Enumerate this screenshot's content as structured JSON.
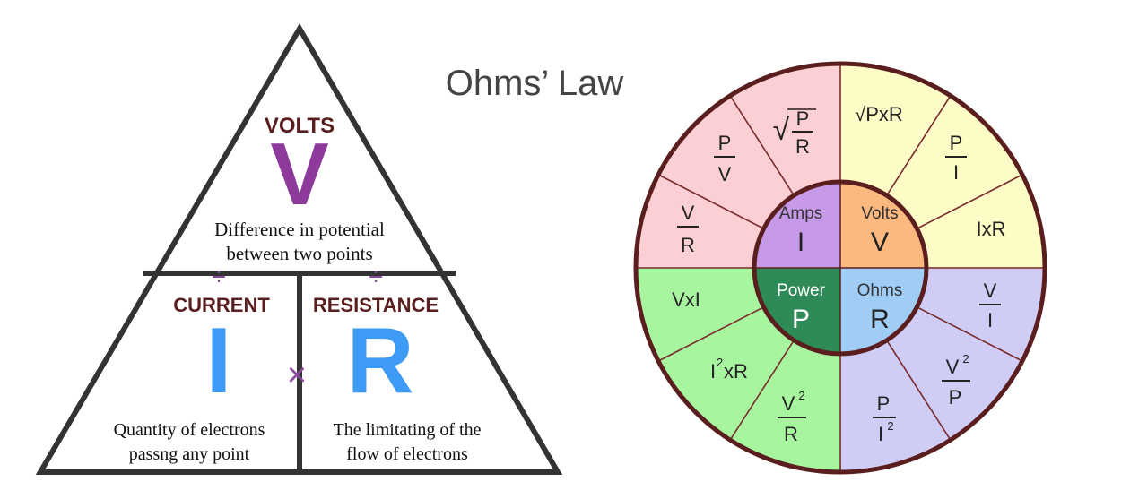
{
  "title": "Ohms’ Law",
  "colors": {
    "volts_purple": "#8e3a9c",
    "dark_maroon": "#5a1e1e",
    "current_blue": "#3d9bf5",
    "divider_purple": "#8a4a9a",
    "outline": "#333333",
    "sector_pink": "#fbcfd3",
    "sector_yellow": "#fdfbc6",
    "sector_green": "#a8f5a0",
    "sector_lavender": "#cfcdf6",
    "hub_amps": "#c79ae8",
    "hub_volts": "#fbb980",
    "hub_power": "#2e8b57",
    "hub_ohms": "#9fcdf5",
    "wheel_line": "#7a2a2a"
  },
  "triangle": {
    "volts_label": "VOLTS",
    "volts_symbol": "V",
    "volts_desc_line1": "Difference in potential",
    "volts_desc_line2": "between two points",
    "divide_symbol": "÷",
    "current_label": "CURRENT",
    "current_symbol": "I",
    "multiply_symbol": "×",
    "resistance_label": "RESISTANCE",
    "resistance_symbol": "R",
    "current_desc_line1": "Quantity of electrons",
    "current_desc_line2": "passng any point",
    "resistance_desc_line1": "The limitating of the",
    "resistance_desc_line2": "flow of electrons"
  },
  "wheel": {
    "hub": {
      "amps_label": "Amps",
      "amps_symbol": "I",
      "volts_label": "Volts",
      "volts_symbol": "V",
      "power_label": "Power",
      "power_symbol": "P",
      "ohms_label": "Ohms",
      "ohms_symbol": "R"
    },
    "current_formulas": {
      "v_over_r": {
        "num": "V",
        "den": "R"
      },
      "p_over_v": {
        "num": "P",
        "den": "V"
      },
      "sqrt_p_over_r": {
        "radical": "√",
        "num": "P",
        "den": "R"
      }
    },
    "voltage_formulas": {
      "sqrt_pxr": "√PxR",
      "p_over_i": {
        "num": "P",
        "den": "I"
      },
      "ixr": "IxR"
    },
    "resistance_formulas": {
      "v_over_i": {
        "num": "V",
        "den": "I"
      },
      "v2_over_p": {
        "num": "V",
        "sup": "2",
        "den": "P"
      },
      "p_over_i2": {
        "num": "P",
        "den": "I",
        "sup": "2"
      }
    },
    "power_formulas": {
      "vxi": "VxI",
      "i2xr": {
        "base": "I",
        "sup": "2",
        "rest": "xR"
      },
      "v2_over_r": {
        "num": "V",
        "sup": "2",
        "den": "R"
      }
    }
  }
}
